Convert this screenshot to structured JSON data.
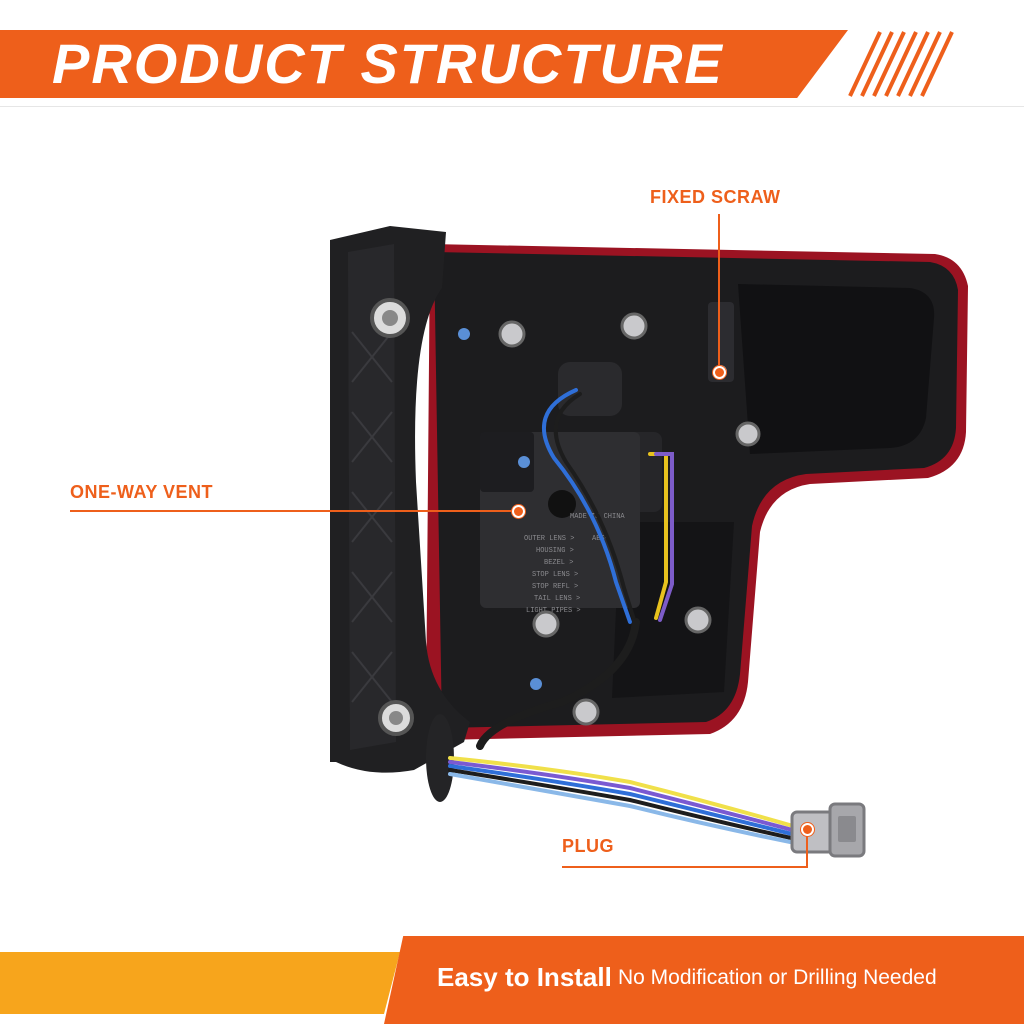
{
  "header": {
    "title": "PRODUCT STRUCTURE"
  },
  "callouts": {
    "fixed_screw": "FIXED SCRAW",
    "vent": "ONE-WAY VENT",
    "plug": "PLUG"
  },
  "footer": {
    "headline": "Easy to Install",
    "subtext": "No Modification or Drilling Needed"
  },
  "product_text": {
    "made_in": "MADE IN CHINA",
    "outer_lens": "OUTER LENS >",
    "housing": "HOUSING >",
    "bezel": "BEZEL >",
    "stop_lens": "STOP LENS >",
    "stop_refl": "STOP REFL >",
    "tail_lens": "TAIL LENS >",
    "light_pipes": "LIGHT PIPES >",
    "abs": "ABS<"
  },
  "colors": {
    "accent": "#ee5f1b",
    "accent_secondary": "#f7a51c",
    "housing": "#1c1c1e",
    "lens_edge": "#9b1322"
  }
}
